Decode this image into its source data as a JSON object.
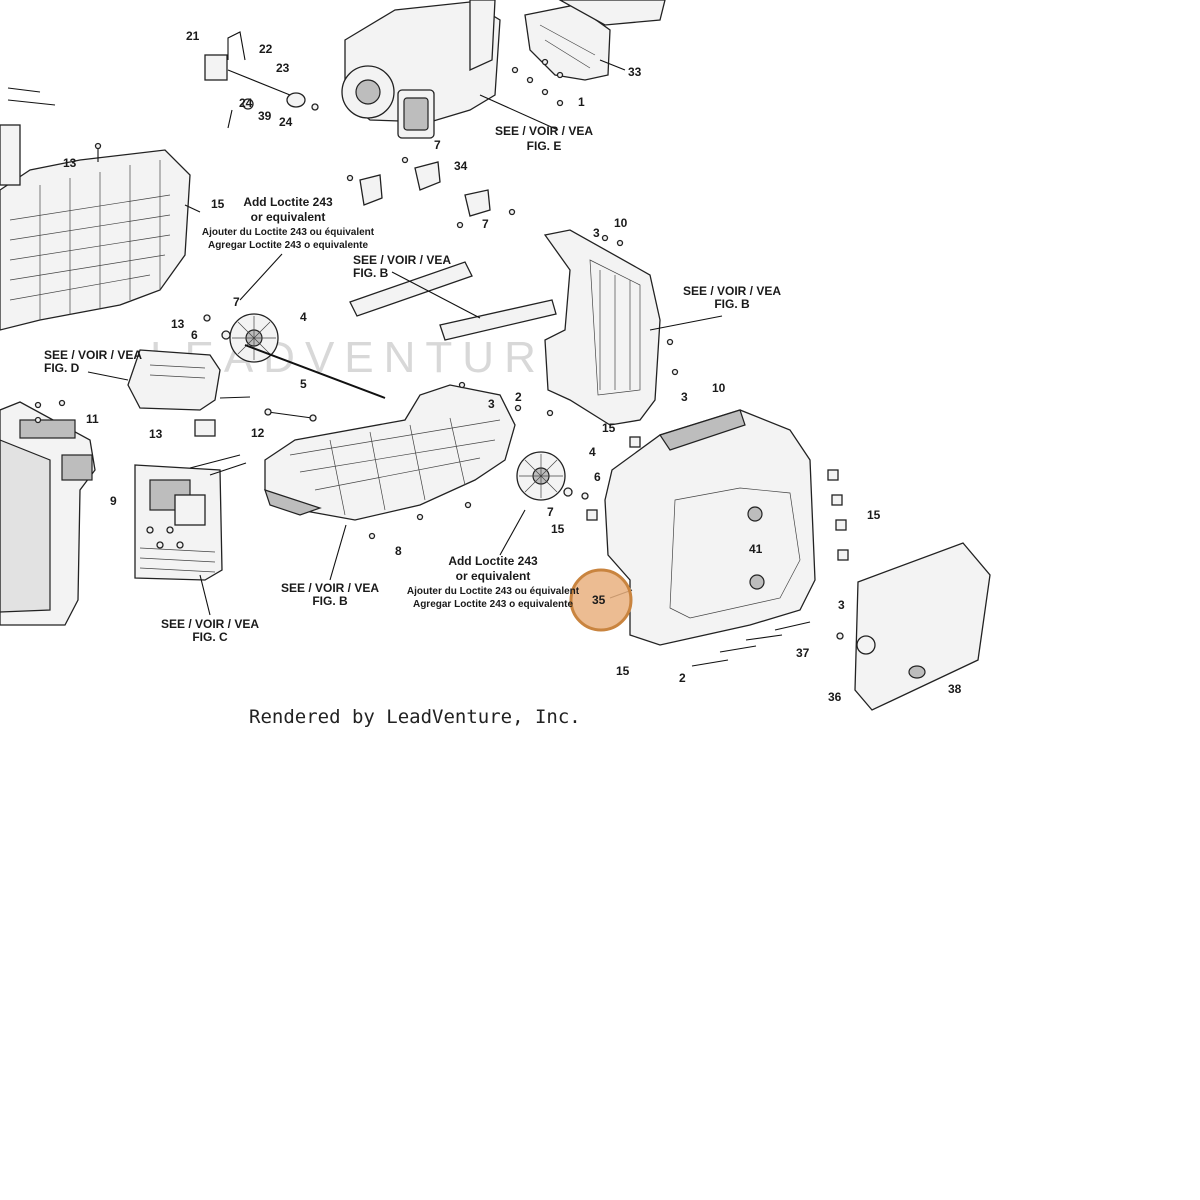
{
  "watermark": "LEADVENTURE",
  "footer": "Rendered by LeadVenture, Inc.",
  "highlight": {
    "label": "35",
    "color": "#e9b07f"
  },
  "callouts": {
    "c1": "1",
    "c2a": "2",
    "c2b": "2",
    "c3a": "3",
    "c3b": "3",
    "c3c": "3",
    "c3d": "3",
    "c4a": "4",
    "c4b": "4",
    "c5": "5",
    "c6a": "6",
    "c6b": "6",
    "c7a": "7",
    "c7b": "7",
    "c7c": "7",
    "c7d": "7",
    "c8": "8",
    "c9": "9",
    "c10a": "10",
    "c10b": "10",
    "c11": "11",
    "c12": "12",
    "c13a": "13",
    "c13b": "13",
    "c13c": "13",
    "c15a": "15",
    "c15b": "15",
    "c15c": "15",
    "c15d": "15",
    "c15e": "15",
    "c21": "21",
    "c22": "22",
    "c23": "23",
    "c24a": "24",
    "c24b": "24",
    "c33": "33",
    "c34": "34",
    "c36": "36",
    "c37": "37",
    "c38": "38",
    "c39": "39",
    "c41": "41"
  },
  "notes": {
    "see": "SEE / VOIR / VEA",
    "fig_b": "FIG. B",
    "fig_c": "FIG. C",
    "fig_d": "FIG. D",
    "fig_e": "FIG. E",
    "loctite_en": "Add Loctite 243",
    "loctite_or": "or equivalent",
    "loctite_fr": "Ajouter du Loctite 243 ou équivalent",
    "loctite_es": "Agregar Loctite 243 o equivalente"
  }
}
